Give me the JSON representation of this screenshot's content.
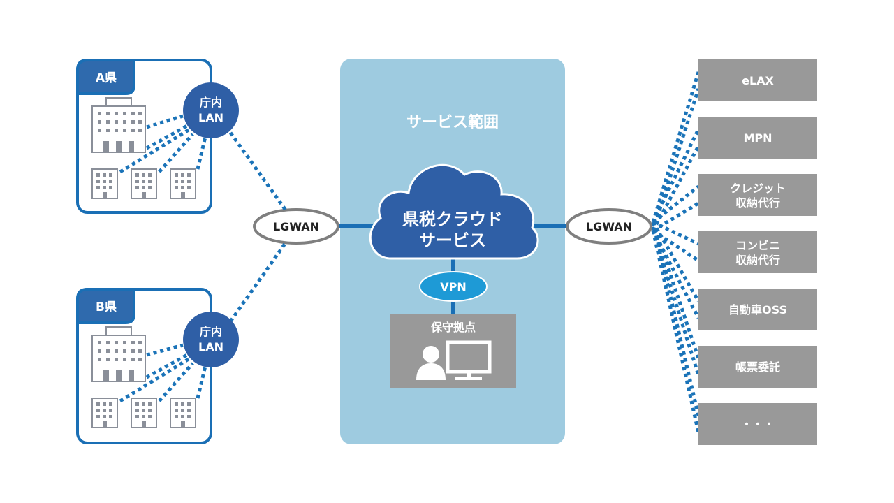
{
  "prefectures": [
    {
      "label": "A県",
      "hub_line1": "庁内",
      "hub_line2": "LAN"
    },
    {
      "label": "B県",
      "hub_line1": "庁内",
      "hub_line2": "LAN"
    }
  ],
  "lgwan_left": "LGWAN",
  "lgwan_right": "LGWAN",
  "service_area": {
    "title": "サービス範囲",
    "cloud_line1": "県税クラウド",
    "cloud_line2": "サービス",
    "vpn": "VPN",
    "maintenance": "保守拠点"
  },
  "services": [
    {
      "line1": "eLAX",
      "line2": ""
    },
    {
      "line1": "MPN",
      "line2": ""
    },
    {
      "line1": "クレジット",
      "line2": "収納代行"
    },
    {
      "line1": "コンビニ",
      "line2": "収納代行"
    },
    {
      "line1": "自動車OSS",
      "line2": ""
    },
    {
      "line1": "帳票委託",
      "line2": ""
    },
    {
      "line1": "・・・",
      "line2": ""
    }
  ],
  "colors": {
    "frame_blue": "#1a6fb5",
    "label_tab": "#2f6aad",
    "hub": "#2f5fa6",
    "dots": "#1a73b8",
    "service_area": "#9ecbe0",
    "cloud": "#2f5fa6",
    "vpn": "#1e9ad6",
    "gray_box": "#999999",
    "building": "#8a8f99"
  }
}
